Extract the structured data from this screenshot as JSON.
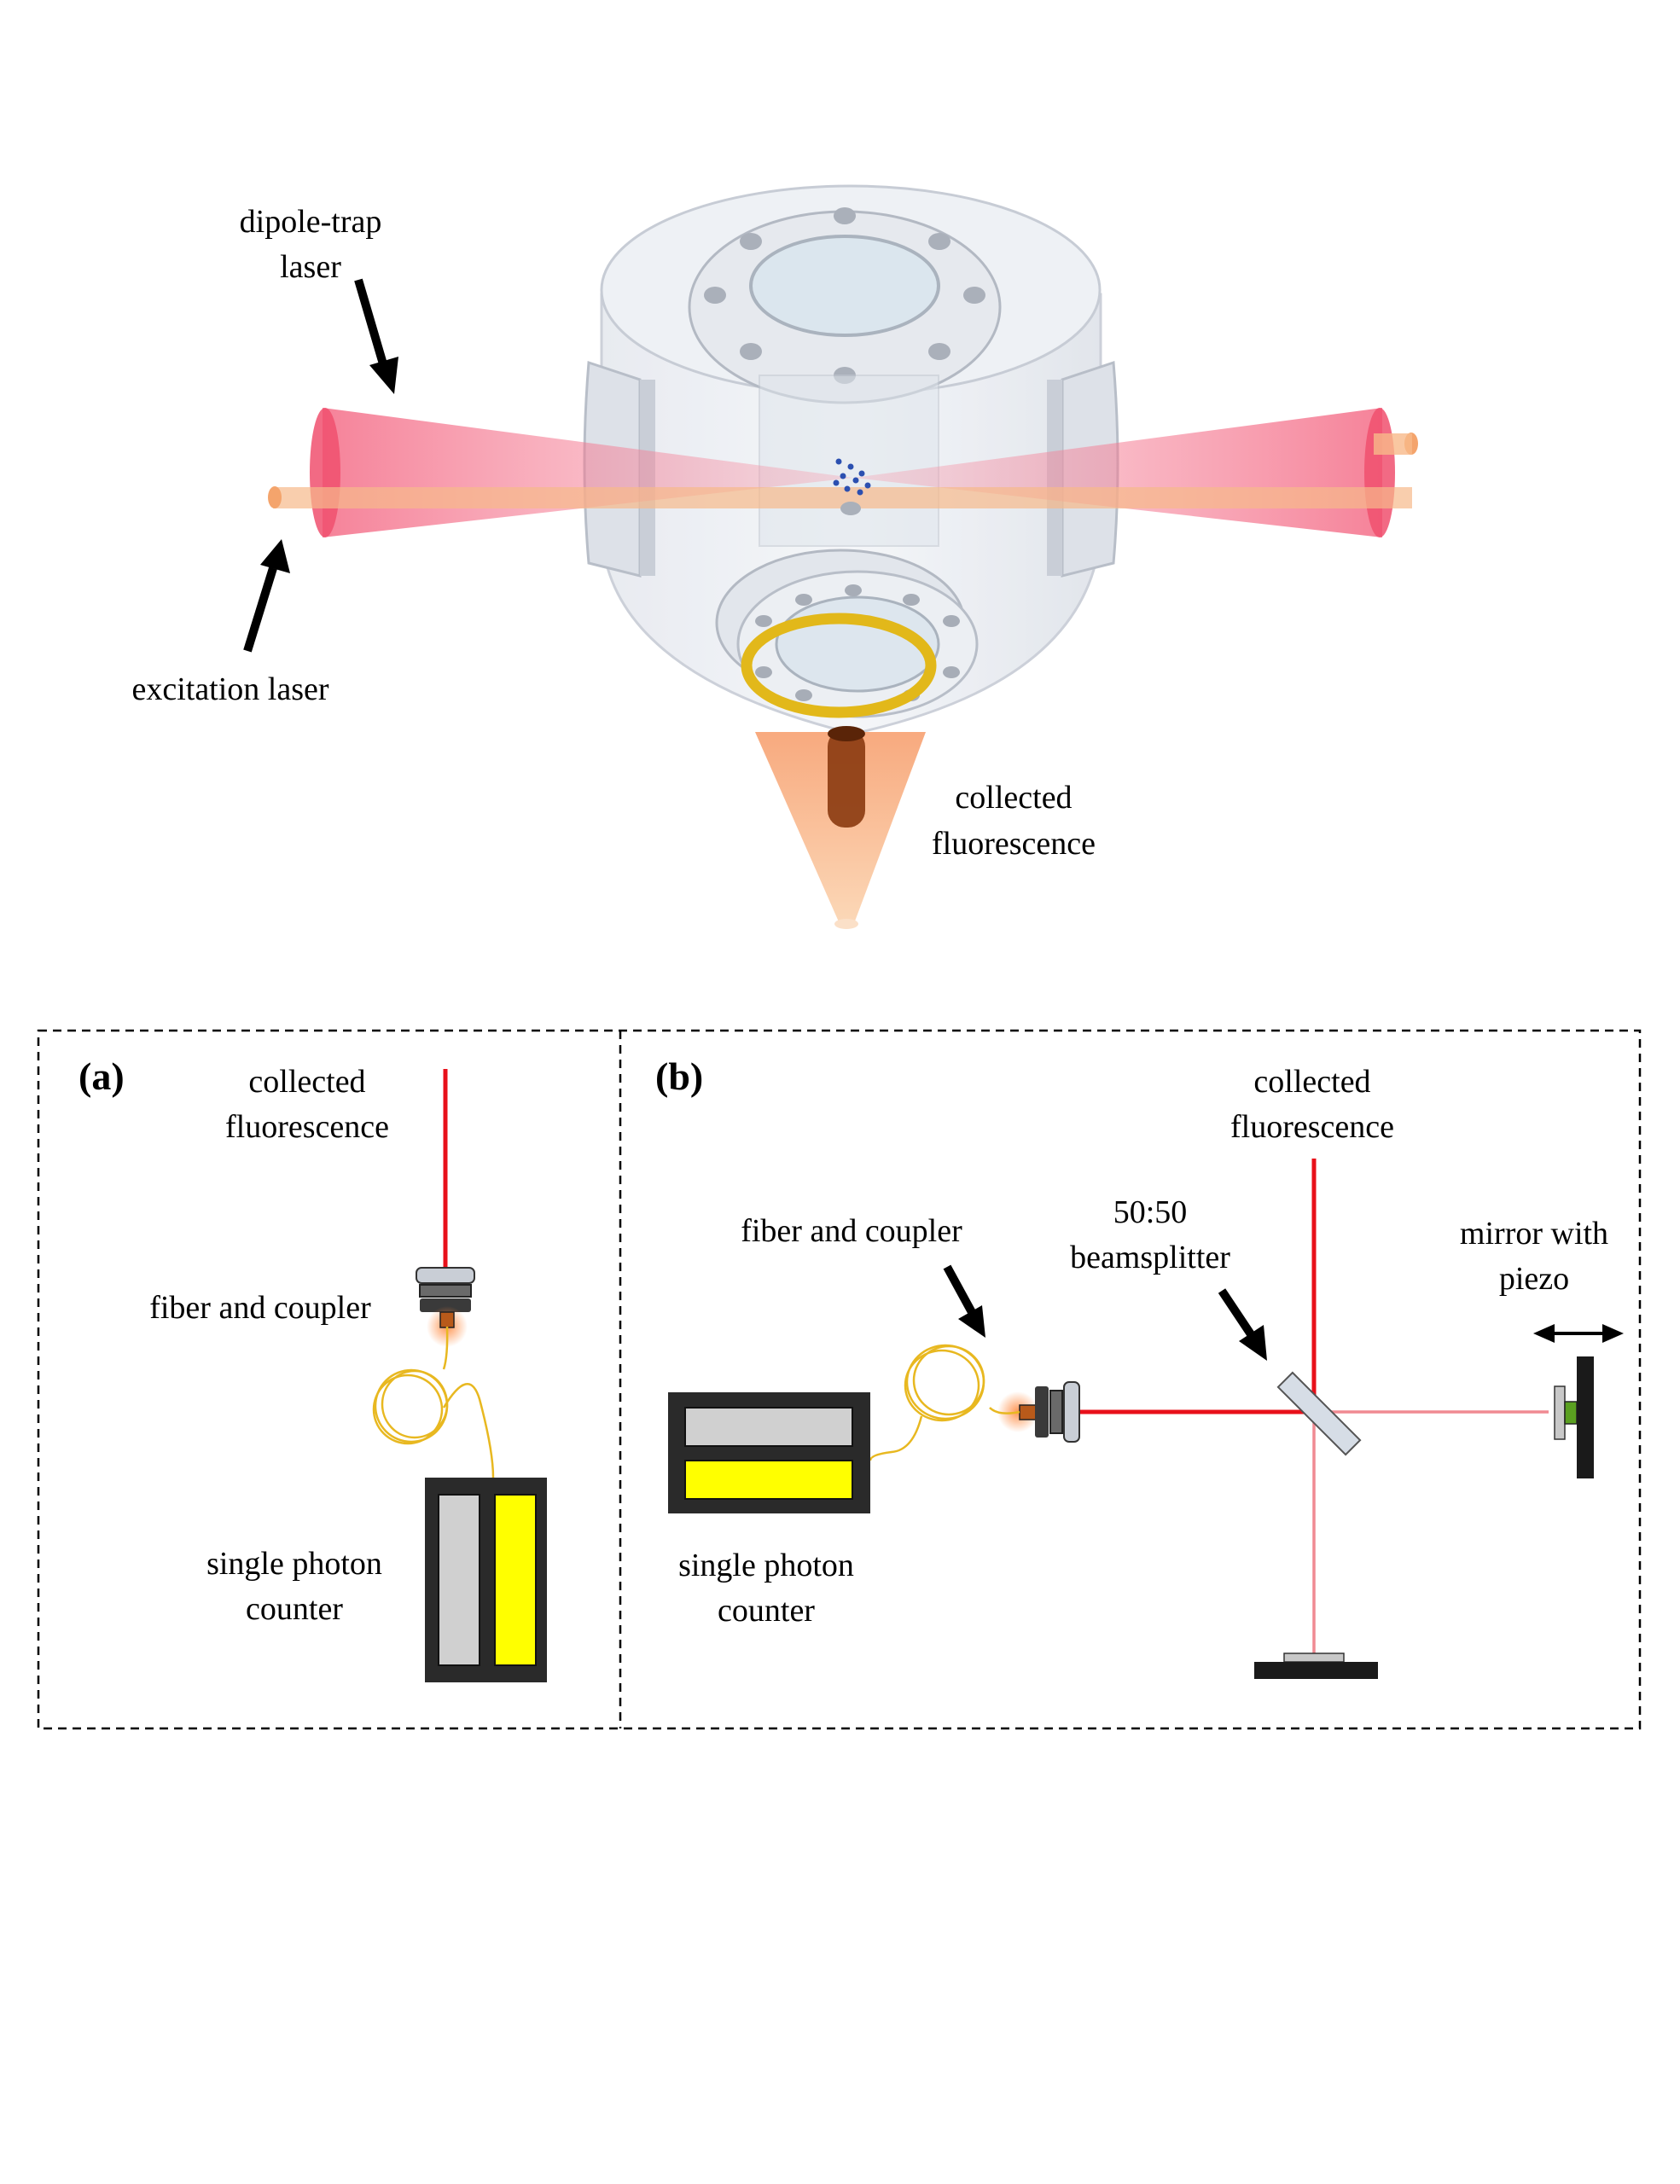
{
  "chamber": {
    "labels": {
      "dipole_trap_line1": "dipole-trap",
      "dipole_trap_line2": "laser",
      "excitation": "excitation laser",
      "fluorescence_line1": "collected",
      "fluorescence_line2": "fluorescence"
    }
  },
  "panel_a": {
    "tag": "(a)",
    "fluorescence_line1": "collected",
    "fluorescence_line2": "fluorescence",
    "fiber": "fiber and coupler",
    "spc_line1": "single photon",
    "spc_line2": "counter"
  },
  "panel_b": {
    "tag": "(b)",
    "fluorescence_line1": "collected",
    "fluorescence_line2": "fluorescence",
    "fiber": "fiber and coupler",
    "bs_line1": "50:50",
    "bs_line2": "beamsplitter",
    "mirror_line1": "mirror with",
    "mirror_line2": "piezo",
    "spc_line1": "single photon",
    "spc_line2": "counter"
  },
  "colors": {
    "beam_red": "#e8101a",
    "dipole_cone": "#f0607a",
    "excitation_tube": "#f7b98a",
    "fiber_yellow": "#e8b820",
    "detector_yellow": "#ffff00",
    "detector_grey": "#d0d0d0",
    "chamber_grey": "#d8dde6"
  }
}
